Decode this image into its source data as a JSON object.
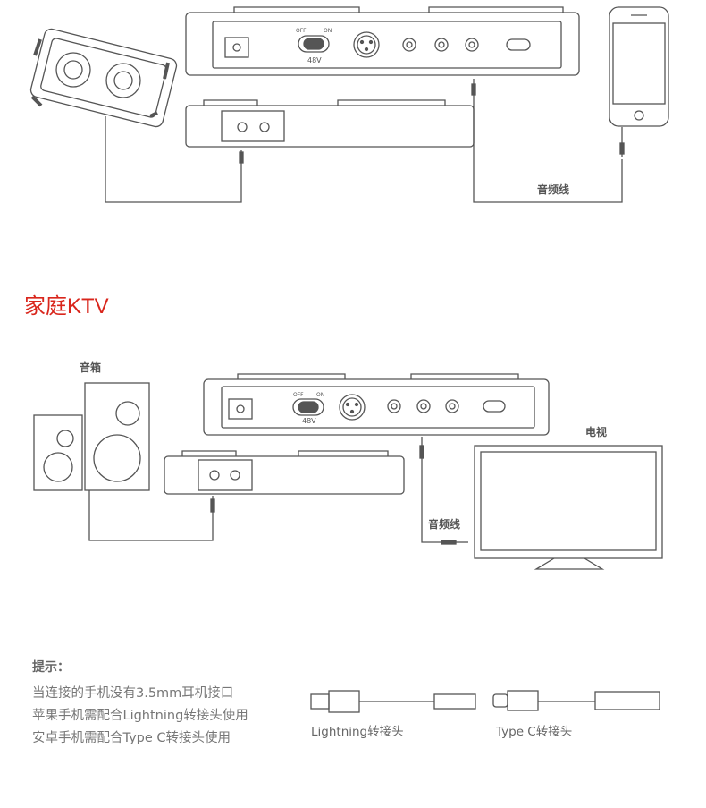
{
  "diagram_top": {
    "cable_label": "音频线",
    "switch_off": "OFF",
    "switch_on": "ON",
    "phantom": "48V"
  },
  "section_ktv": {
    "title": "家庭KTV",
    "speaker_label": "音箱",
    "tv_label": "电视",
    "cable_label": "音频线",
    "switch_off": "OFF",
    "switch_on": "ON",
    "phantom": "48V"
  },
  "tips": {
    "title": "提示：",
    "lines": [
      "当连接的手机没有3.5mm耳机接口",
      "苹果手机需配合Lightning转接头使用",
      "安卓手机需配合Type C转接头使用"
    ],
    "adapter_lightning": "Lightning转接头",
    "adapter_typec": "Type C转接头"
  },
  "colors": {
    "line": "#555555",
    "title_red": "#d9261c"
  }
}
